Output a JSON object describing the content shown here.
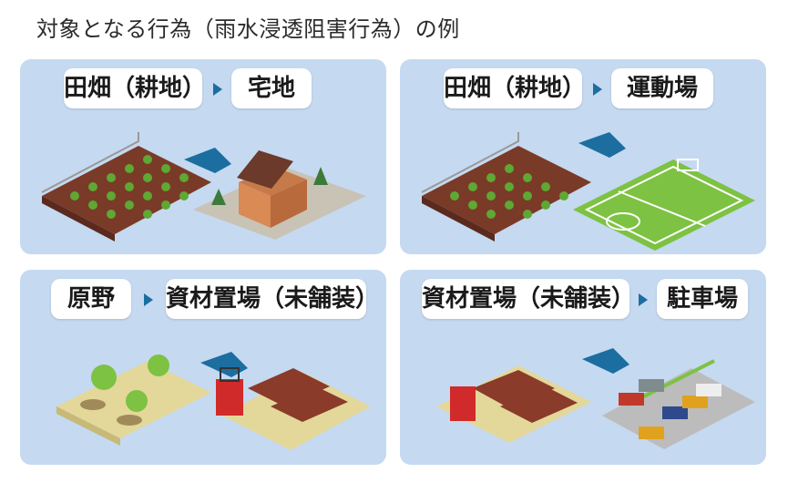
{
  "title": "対象となる行為（雨水浸透阻害行為）の例",
  "panels": [
    {
      "from": "田畑（耕地）",
      "to": "宅地"
    },
    {
      "from": "田畑（耕地）",
      "to": "運動場"
    },
    {
      "from": "原野",
      "to": "資材置場（未舗装）"
    },
    {
      "from": "資材置場（未舗装）",
      "to": "駐車場"
    }
  ],
  "colors": {
    "panel_bg": "#c5d9f1",
    "arrow": "#1c6ea0",
    "soil": "#7a3a28",
    "grass": "#7dc242",
    "sand": "#e3d79a"
  }
}
